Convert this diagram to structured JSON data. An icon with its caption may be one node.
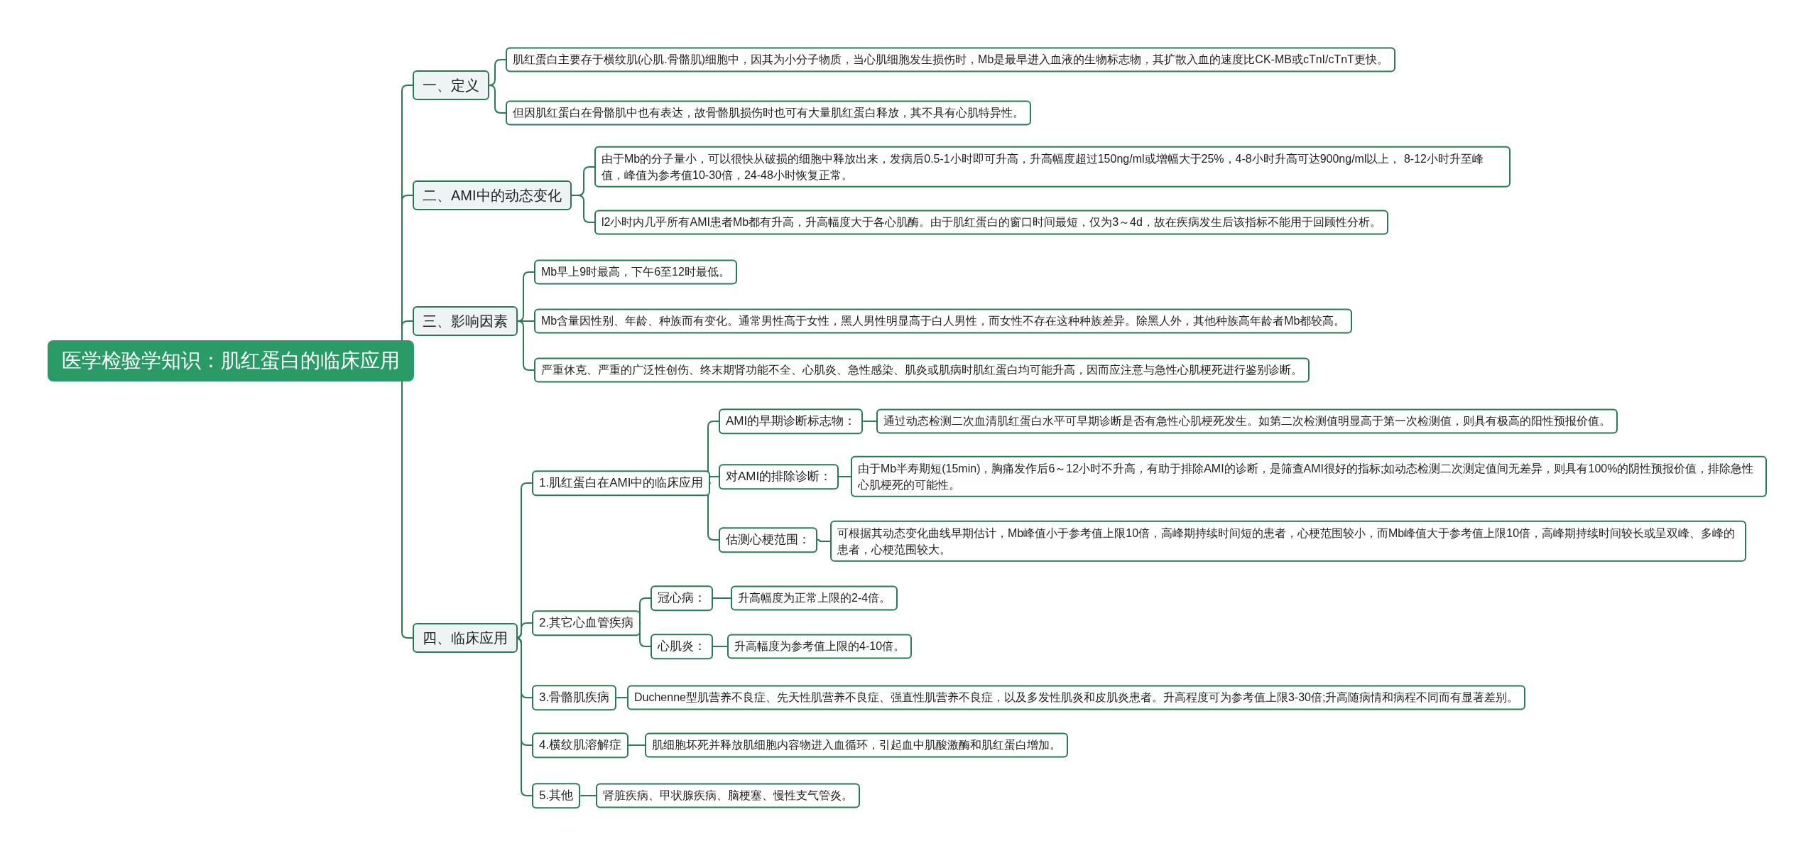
{
  "diagram": {
    "nodes": [
      {
        "text": [
          "医学检验学知识：肌红蛋白的临床应用"
        ]
      },
      {
        "text": [
          "一、定义"
        ]
      },
      {
        "text": [
          "肌红蛋白主要存于横纹肌(心肌.骨骼肌)细胞中，因其为小分子物质，当心肌细胞发生损伤时，Mb是最早进入血液的生物标志物，其扩散入血的速度比CK-MB或cTnI/cTnT更快。"
        ]
      },
      {
        "text": [
          "但因肌红蛋白在骨骼肌中也有表达，故骨骼肌损伤时也可有大量肌红蛋白释放，其不具有心肌特异性。"
        ]
      },
      {
        "text": [
          "二、AMI中的动态变化"
        ]
      },
      {
        "text": [
          "由于Mb的分子量小，可以很快从破损的细胞中释放出来，发病后0.5-1小时即可升高，升高幅度超过150ng/ml或增幅大于25%，4-8小时升高可达900ng/ml以上， 8-12小时升至峰值，峰值为参考值10-30倍，24-48小时恢复正常。"
        ]
      },
      {
        "text": [
          "l2小时内几乎所有AMI患者Mb都有升高，升高幅度大于各心肌酶。由于肌红蛋白的窗口时间最短，仅为3～4d，故在疾病发生后该指标不能用于回顾性分析。"
        ]
      },
      {
        "text": [
          "三、影响因素"
        ]
      },
      {
        "text": [
          "Mb早上9时最高，下午6至12时最低。"
        ]
      },
      {
        "text": [
          "Mb含量因性别、年龄、种族而有变化。通常男性高于女性，黑人男性明显高于白人男性，而女性不存在这种种族差异。除黑人外，其他种族高年龄者Mb都较高。"
        ]
      },
      {
        "text": [
          "严重休克、严重的广泛性创伤、终末期肾功能不全、心肌炎、急性感染、肌炎或肌病时肌红蛋白均可能升高，因而应注意与急性心肌梗死进行鉴别诊断。"
        ]
      },
      {
        "text": [
          "四、临床应用"
        ]
      },
      {
        "text": [
          "1.肌红蛋白在AMI中的临床应用"
        ]
      },
      {
        "text": [
          "AMI的早期诊断标志物："
        ]
      },
      {
        "text": [
          "通过动态检测二次血清肌红蛋白水平可早期诊断是否有急性心肌梗死发生。如第二次检测值明显高于第一次检测值，则具有极高的阳性预报价值。"
        ]
      },
      {
        "text": [
          "对AMI的排除诊断："
        ]
      },
      {
        "text": [
          "由于Mb半寿期短(15min)，胸痛发作后6～12小时不升高，有助于排除AMI的诊断，是筛查AMI很好的指标;如动态检测二次测定值间无差异，则具有100%的阴性预报价值，排除急性心肌梗死的可能性。"
        ]
      },
      {
        "text": [
          "估测心梗范围："
        ]
      },
      {
        "text": [
          "可根据其动态变化曲线早期估计，Mb峰值小于参考值上限10倍，高峰期持续时间短的患者，心梗范围较小，而Mb峰值大于参考值上限10倍，高峰期持续时间较长或呈双峰、多峰的患者，心梗范围较大。"
        ]
      },
      {
        "text": [
          "2.其它心血管疾病"
        ]
      },
      {
        "text": [
          "冠心病："
        ]
      },
      {
        "text": [
          "升高幅度为正常上限的2-4倍。"
        ]
      },
      {
        "text": [
          "心肌炎："
        ]
      },
      {
        "text": [
          "升高幅度为参考值上限的4-10倍。"
        ]
      },
      {
        "text": [
          "3.骨骼肌疾病"
        ]
      },
      {
        "text": [
          "Duchenne型肌营养不良症、先天性肌营养不良症、强直性肌营养不良症，以及多发性肌炎和皮肌炎患者。升高程度可为参考值上限3-30倍;升高随病情和病程不同而有显著差别。"
        ]
      },
      {
        "text": [
          "4.横纹肌溶解症"
        ]
      },
      {
        "text": [
          "肌细胞坏死并释放肌细胞内容物进入血循环，引起血中肌酸激酶和肌红蛋白增加。"
        ]
      },
      {
        "text": [
          "5.其他"
        ]
      },
      {
        "text": [
          "肾脏疾病、甲状腺疾病、脑梗塞、慢性支气管炎。"
        ]
      }
    ],
    "edges": [
      {
        "from": 0,
        "to": 1,
        "arrow": "none"
      },
      {
        "from": 1,
        "to": 2,
        "arrow": "none"
      },
      {
        "from": 1,
        "to": 3,
        "arrow": "none"
      },
      {
        "from": 0,
        "to": 4,
        "arrow": "none"
      },
      {
        "from": 4,
        "to": 5,
        "arrow": "none"
      },
      {
        "from": 4,
        "to": 6,
        "arrow": "none"
      },
      {
        "from": 0,
        "to": 7,
        "arrow": "none"
      },
      {
        "from": 7,
        "to": 8,
        "arrow": "none"
      },
      {
        "from": 7,
        "to": 9,
        "arrow": "none"
      },
      {
        "from": 7,
        "to": 10,
        "arrow": "none"
      },
      {
        "from": 0,
        "to": 11,
        "arrow": "none"
      },
      {
        "from": 11,
        "to": 12,
        "arrow": "none"
      },
      {
        "from": 12,
        "to": 13,
        "arrow": "none"
      },
      {
        "from": 13,
        "to": 14,
        "arrow": "none"
      },
      {
        "from": 12,
        "to": 15,
        "arrow": "none"
      },
      {
        "from": 15,
        "to": 16,
        "arrow": "none"
      },
      {
        "from": 12,
        "to": 17,
        "arrow": "none"
      },
      {
        "from": 17,
        "to": 18,
        "arrow": "none"
      },
      {
        "from": 11,
        "to": 19,
        "arrow": "none"
      },
      {
        "from": 19,
        "to": 20,
        "arrow": "none"
      },
      {
        "from": 20,
        "to": 21,
        "arrow": "none"
      },
      {
        "from": 19,
        "to": 22,
        "arrow": "none"
      },
      {
        "from": 22,
        "to": 23,
        "arrow": "none"
      },
      {
        "from": 11,
        "to": 24,
        "arrow": "none"
      },
      {
        "from": 24,
        "to": 25,
        "arrow": "none"
      },
      {
        "from": 11,
        "to": 26,
        "arrow": "none"
      },
      {
        "from": 26,
        "to": 27,
        "arrow": "none"
      },
      {
        "from": 11,
        "to": 28,
        "arrow": "none"
      },
      {
        "from": 28,
        "to": 29,
        "arrow": "none"
      }
    ]
  }
}
